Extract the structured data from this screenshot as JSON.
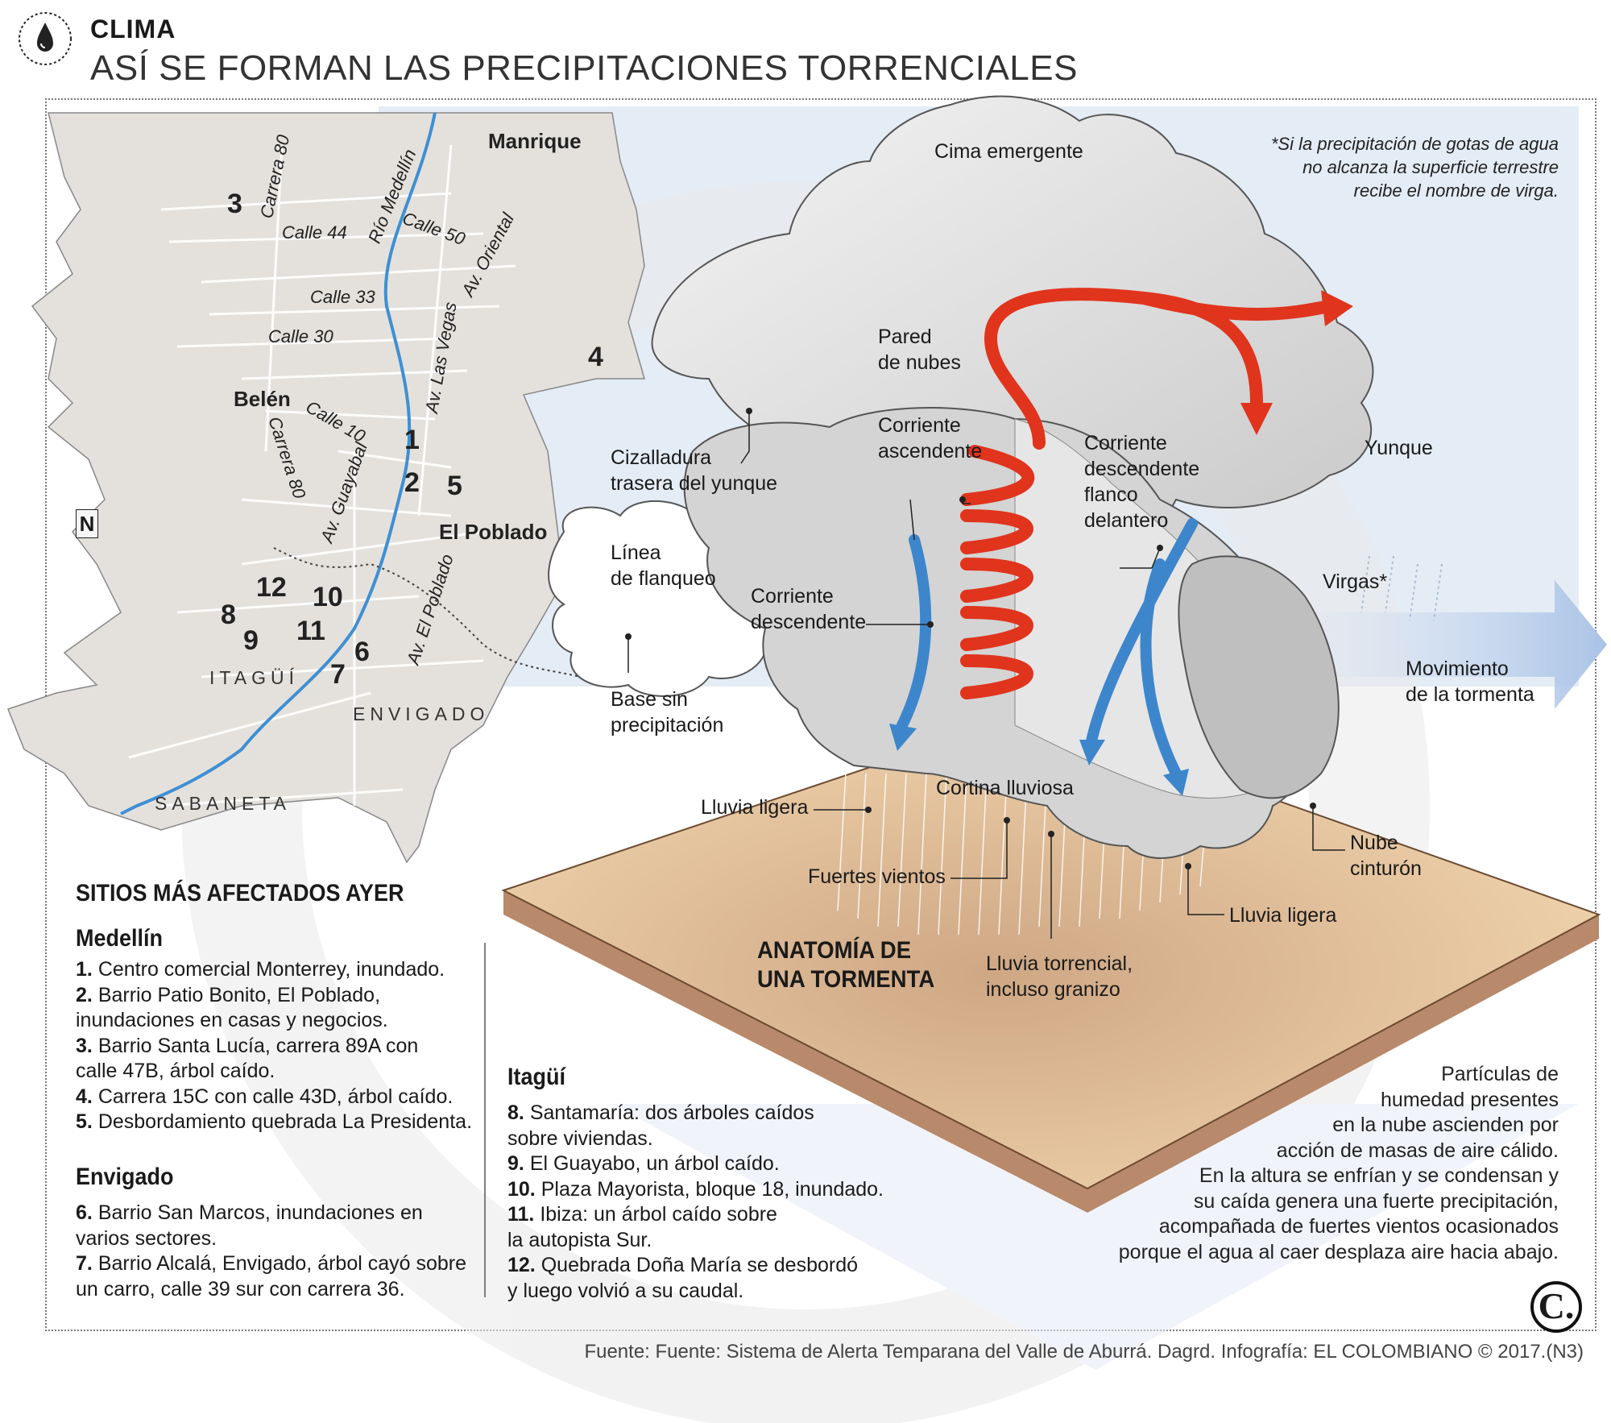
{
  "header": {
    "section": "CLIMA",
    "title": "ASÍ SE FORMAN LAS PRECIPITACIONES TORRENCIALES"
  },
  "colors": {
    "map_land": "#e4e1dc",
    "river": "#3f8fd4",
    "updraft": "#e0341d",
    "downdraft": "#3d86cc",
    "ground": "#e8c9a0",
    "ground_side": "#b8896a",
    "sky": "#e4ecf5"
  },
  "map": {
    "neighborhoods": [
      "Manrique",
      "Belén",
      "El Poblado"
    ],
    "streets": [
      "Carrera 80",
      "Calle 44",
      "Río Medellín",
      "Calle 50",
      "Av. Oriental",
      "Calle 33",
      "Calle 30",
      "Av. Las Vegas",
      "Calle 10",
      "Carrera 80",
      "Av. Guayabal",
      "Av. El Poblado"
    ],
    "municipios": [
      "ITAGÜÍ",
      "ENVIGADO",
      "SABANETA"
    ],
    "site_numbers": [
      "1",
      "2",
      "3",
      "4",
      "5",
      "6",
      "7",
      "8",
      "9",
      "10",
      "11",
      "12"
    ],
    "north_symbol": "N"
  },
  "affected": {
    "heading": "SITIOS MÁS AFECTADOS AYER",
    "medellin": {
      "title": "Medellín",
      "items": [
        {
          "n": "1.",
          "t": "Centro comercial Monterrey, inundado."
        },
        {
          "n": "2.",
          "t": "Barrio Patio Bonito, El Poblado,"
        },
        {
          "n": "",
          "t": "inundaciones en casas y negocios."
        },
        {
          "n": "3.",
          "t": "Barrio Santa Lucía, carrera 89A con"
        },
        {
          "n": "",
          "t": "calle 47B, árbol caído."
        },
        {
          "n": "4.",
          "t": "Carrera 15C con calle 43D, árbol caído."
        },
        {
          "n": "5.",
          "t": "Desbordamiento quebrada La Presidenta."
        }
      ]
    },
    "envigado": {
      "title": "Envigado",
      "items": [
        {
          "n": "6.",
          "t": "Barrio San Marcos, inundaciones en"
        },
        {
          "n": "",
          "t": "varios sectores."
        },
        {
          "n": "7.",
          "t": "Barrio Alcalá, Envigado, árbol cayó sobre"
        },
        {
          "n": "",
          "t": "un carro, calle 39 sur con carrera 36."
        }
      ]
    },
    "itagui": {
      "title": "Itagüí",
      "items": [
        {
          "n": "8.",
          "t": "Santamaría: dos árboles caídos"
        },
        {
          "n": "",
          "t": "sobre viviendas."
        },
        {
          "n": "9.",
          "t": "El Guayabo, un árbol caído."
        },
        {
          "n": "10.",
          "t": "Plaza Mayorista, bloque 18, inundado."
        },
        {
          "n": "11.",
          "t": "Ibiza: un árbol caído sobre"
        },
        {
          "n": "",
          "t": "la autopista Sur."
        },
        {
          "n": "12.",
          "t": "Quebrada Doña María se desbordó"
        },
        {
          "n": "",
          "t": "y luego volvió a su caudal."
        }
      ]
    }
  },
  "storm": {
    "heading_line1": "ANATOMÍA DE",
    "heading_line2": "UNA TORMENTA",
    "labels": {
      "cima": "Cima emergente",
      "pared1": "Pared",
      "pared2": "de nubes",
      "ascendente1": "Corriente",
      "ascendente2": "ascendente",
      "cizalladura1": "Cizalladura",
      "cizalladura2": "trasera del yunque",
      "descendente_fl1": "Corriente",
      "descendente_fl2": "descendente",
      "descendente_fl3": "flanco",
      "descendente_fl4": "delantero",
      "yunque": "Yunque",
      "linea1": "Línea",
      "linea2": "de flanqueo",
      "descendente1": "Corriente",
      "descendente2": "descendente",
      "virgas": "Virgas*",
      "base1": "Base sin",
      "base2": "precipitación",
      "movimiento1": "Movimiento",
      "movimiento2": "de la tormenta",
      "cortina": "Cortina lluviosa",
      "lluvia_ligera_a": "Lluvia ligera",
      "fuertes_vientos": "Fuertes vientos",
      "nube1": "Nube",
      "nube2": "cinturón",
      "lluvia_ligera_b": "Lluvia ligera",
      "torrencial1": "Lluvia torrencial,",
      "torrencial2": "incluso granizo"
    },
    "note": [
      "*Si la precipitación de gotas de agua",
      "no alcanza la superficie terrestre",
      "recibe el nombre de virga."
    ],
    "explanation": [
      "Partículas de",
      "humedad presentes",
      "en la nube ascienden por",
      "acción de masas de aire cálido.",
      "En la altura se enfrían y se condensan y",
      "su caída genera una fuerte precipitación,",
      "acompañada de fuertes vientos ocasionados",
      "porque el agua al caer desplaza aire hacia abajo."
    ]
  },
  "footer": {
    "source": "Fuente: Fuente: Sistema de Alerta Temparana del Valle de Aburrá. Dagrd. Infografía: EL COLOMBIANO © 2017.(N3)",
    "logo": "C."
  }
}
